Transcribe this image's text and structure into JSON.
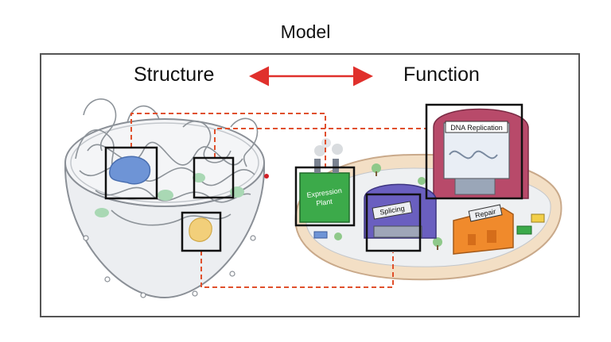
{
  "title": "Model",
  "headers": {
    "left": "Structure",
    "right": "Function"
  },
  "buildings": {
    "expression": [
      "Expression",
      "Plant"
    ],
    "splicing": "Splicing",
    "repair": "Repair",
    "replication": "DNA Replication"
  },
  "colors": {
    "arrow": "#e0302c",
    "dashed_connector": "#e0502c",
    "frame": "#555555",
    "expression_building": "#3caa4a",
    "splicing_building": "#6a5fc0",
    "repair_building": "#f08a2c",
    "replication_building": "#b84a6a",
    "island": "#f3dfc5"
  }
}
